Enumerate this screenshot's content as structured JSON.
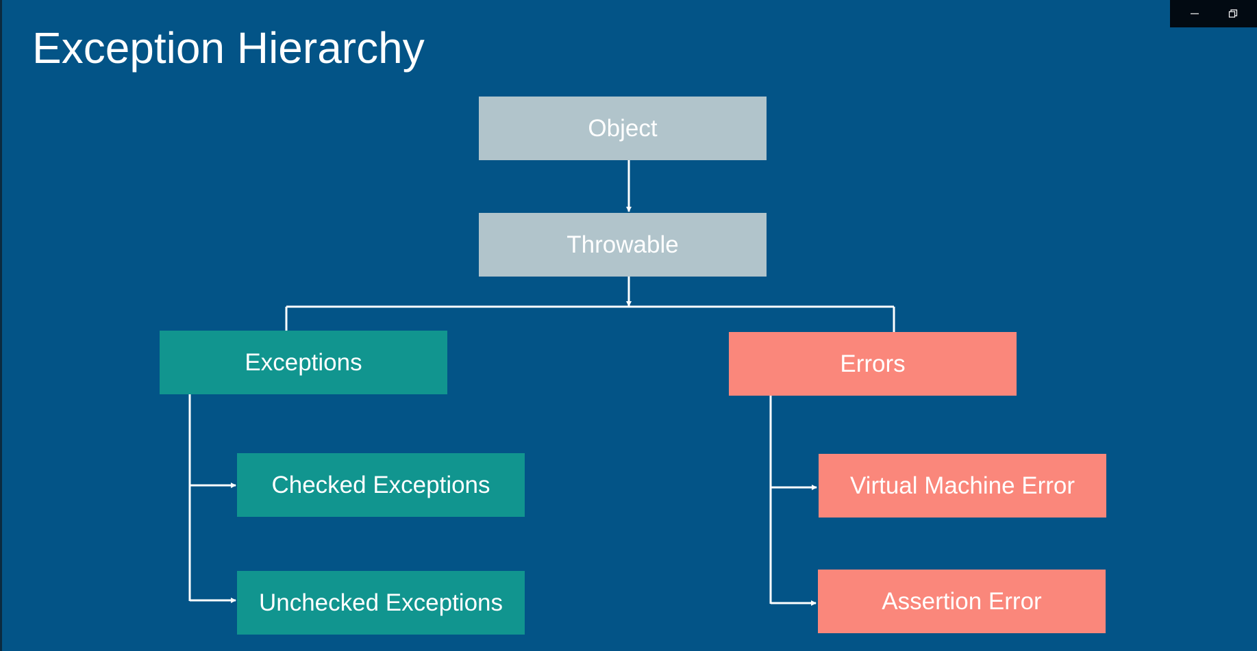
{
  "slide": {
    "title": "Exception Hierarchy"
  },
  "colors": {
    "background": "#035487",
    "root_boxes": "#b1c4cb",
    "exceptions_boxes": "#11958f",
    "errors_boxes": "#fa877b",
    "connectors": "#ffffff",
    "text": "#ffffff"
  },
  "nodes": {
    "object": "Object",
    "throwable": "Throwable",
    "exceptions": "Exceptions",
    "errors": "Errors",
    "checked_exceptions": "Checked Exceptions",
    "unchecked_exceptions": "Unchecked Exceptions",
    "virtual_machine_error": "Virtual Machine Error",
    "assertion_error": "Assertion Error"
  },
  "edges": [
    [
      "object",
      "throwable"
    ],
    [
      "throwable",
      "exceptions"
    ],
    [
      "throwable",
      "errors"
    ],
    [
      "exceptions",
      "checked_exceptions"
    ],
    [
      "exceptions",
      "unchecked_exceptions"
    ],
    [
      "errors",
      "virtual_machine_error"
    ],
    [
      "errors",
      "assertion_error"
    ]
  ],
  "window_controls": {
    "minimize_icon": "minimize-icon",
    "restore_icon": "restore-icon"
  }
}
